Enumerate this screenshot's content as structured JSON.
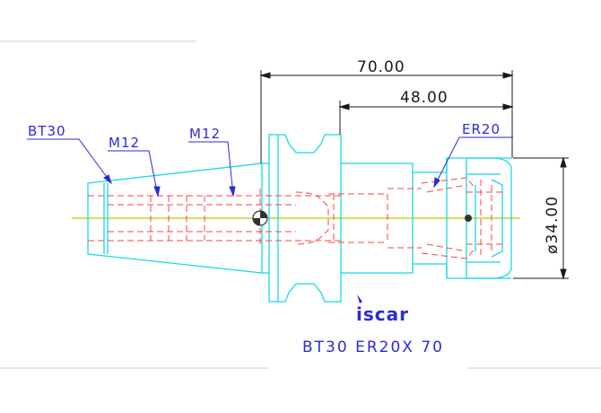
{
  "dimensions": {
    "overall_length": "70.00",
    "gauge_length": "48.00",
    "diameter": "ø34.00"
  },
  "labels": {
    "taper": "BT30",
    "thread_a": "M12",
    "thread_b": "M12",
    "collet": "ER20"
  },
  "title": {
    "logo": "iscar",
    "part_name": "BT30 ER20X 70"
  },
  "colors": {
    "outline": "#18d8e8",
    "hidden": "#ff4040",
    "centerline": "#c8c800",
    "dimension": "#1a1a1a",
    "label": "#2b2bd6",
    "logo": "#2b2bd6"
  }
}
